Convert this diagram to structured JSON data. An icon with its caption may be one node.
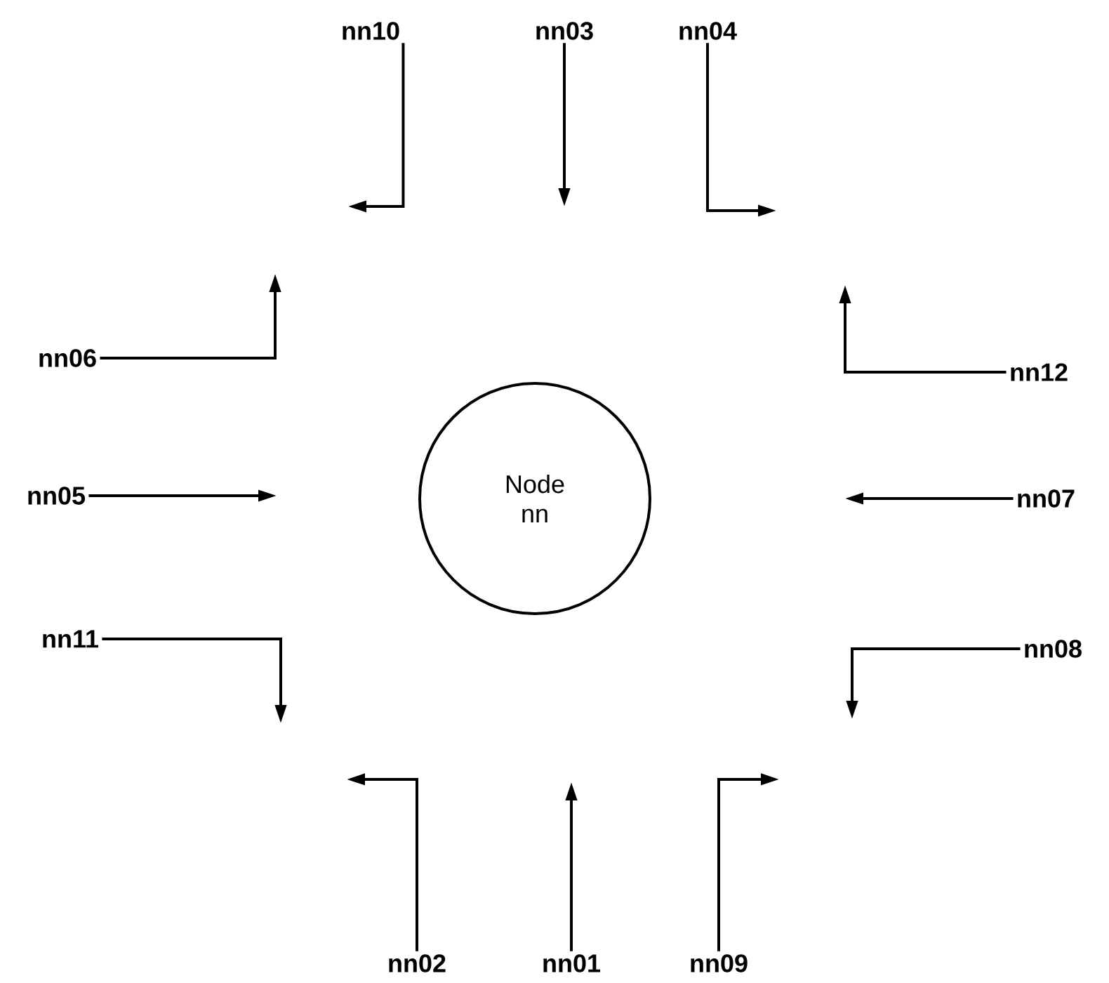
{
  "diagram": {
    "nodes": [
      {
        "text": [
          "Node nn"
        ]
      },
      {
        "text": [
          "nn10"
        ]
      },
      {
        "text": [
          "nn03"
        ]
      },
      {
        "text": [
          "nn04"
        ]
      },
      {
        "text": [
          "nn06"
        ]
      },
      {
        "text": [
          "nn12"
        ]
      },
      {
        "text": [
          "nn05"
        ]
      },
      {
        "text": [
          "nn07"
        ]
      },
      {
        "text": [
          "nn11"
        ]
      },
      {
        "text": [
          "nn08"
        ]
      },
      {
        "text": [
          "nn02"
        ]
      },
      {
        "text": [
          "nn01"
        ]
      },
      {
        "text": [
          "nn09"
        ]
      }
    ],
    "edges": [
      {
        "from": 1,
        "to": null,
        "arrow": "to"
      },
      {
        "from": 2,
        "to": null,
        "arrow": "to"
      },
      {
        "from": 3,
        "to": null,
        "arrow": "to"
      },
      {
        "from": 4,
        "to": null,
        "arrow": "to"
      },
      {
        "from": 5,
        "to": null,
        "arrow": "to"
      },
      {
        "from": 6,
        "to": null,
        "arrow": "to"
      },
      {
        "from": 7,
        "to": null,
        "arrow": "to"
      },
      {
        "from": 8,
        "to": null,
        "arrow": "to"
      },
      {
        "from": 9,
        "to": null,
        "arrow": "to"
      },
      {
        "from": 10,
        "to": null,
        "arrow": "to"
      },
      {
        "from": 11,
        "to": null,
        "arrow": "to"
      },
      {
        "from": 12,
        "to": null,
        "arrow": "to"
      }
    ]
  }
}
